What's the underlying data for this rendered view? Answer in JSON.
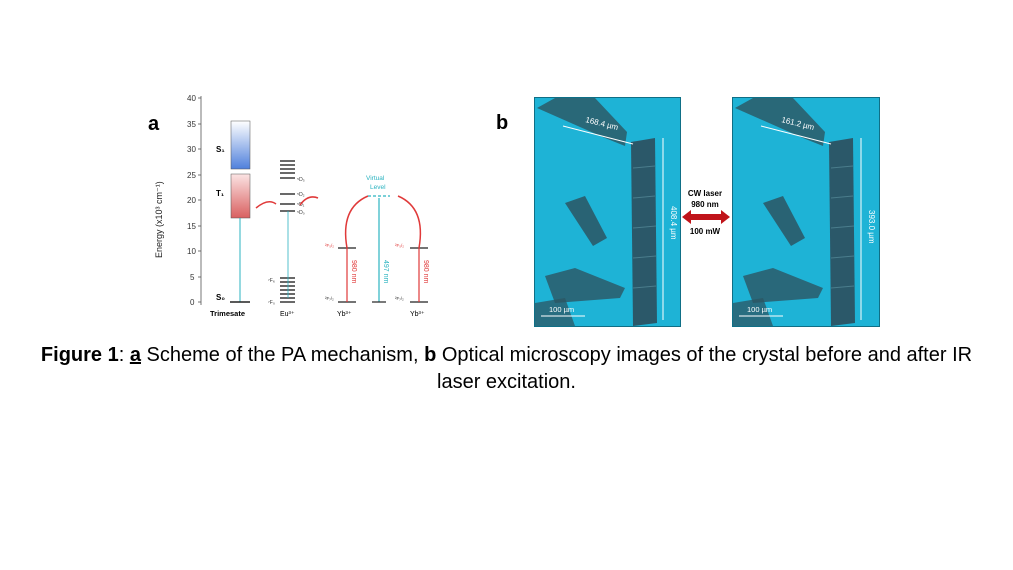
{
  "panel_a": {
    "letter": "a",
    "ylabel": "Energy (x10³ cm⁻¹)",
    "yticks": [
      "40",
      "35",
      "30",
      "25",
      "20",
      "15",
      "10",
      "5",
      "0"
    ],
    "columns": [
      "Trimesate",
      "Eu³⁺",
      "Yb³⁺",
      "Yb³⁺"
    ],
    "states": {
      "S1": "S₁",
      "T1": "T₁",
      "S0": "S₀",
      "D3": "⁵D₃",
      "D2": "⁵D₂",
      "D1": "⁵D₁",
      "D0": "⁵D₀",
      "F6": "⁷F₆",
      "F0": "⁷F₀",
      "F52_left": "²F₅/₂",
      "F72_left": "²F₇/₂",
      "F52_right": "²F₅/₂",
      "F72_right": "²F₇/₂"
    },
    "virtual_level": [
      "Virtual",
      "Level"
    ],
    "transitions": {
      "left": "980 nm",
      "middle": "497 nm",
      "right": "980 nm"
    },
    "colors": {
      "singlet": "#5b8fe0",
      "triplet": "#e07070",
      "transition_red": "#e03a3a",
      "teal": "#2bb3c0"
    }
  },
  "panel_b": {
    "letter": "b",
    "before": {
      "width_label": "168.4 µm",
      "length_label": "408.4 µm",
      "scale_bar": "100 µm"
    },
    "after": {
      "width_label": "161.2 µm",
      "length_label": "393.0 µm",
      "scale_bar": "100 µm"
    },
    "laser": {
      "line1": "CW laser",
      "line2": "980 nm",
      "line3": "100 mW",
      "arrow_color": "#c0141a"
    },
    "background_color": "#1eb3d6"
  },
  "caption": {
    "figure_label": "Figure 1",
    "sep": ": ",
    "a_label": "a",
    "a_text": " Scheme of the PA mechanism, ",
    "b_label": "b",
    "b_text": " Optical microscopy images of the crystal before and after IR laser excitation."
  }
}
